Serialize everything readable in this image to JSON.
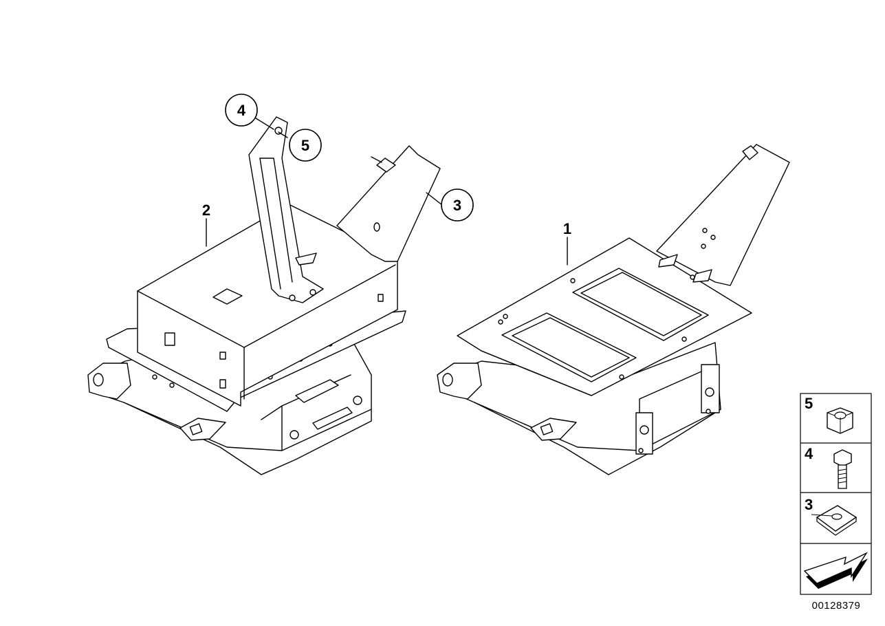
{
  "callouts": {
    "part_1": "1",
    "part_2": "2",
    "part_3": "3",
    "part_4": "4",
    "part_5": "5"
  },
  "legend": {
    "items": [
      {
        "number": "5",
        "icon": "hex-nut-icon"
      },
      {
        "number": "4",
        "icon": "hex-bolt-icon"
      },
      {
        "number": "3",
        "icon": "clip-nut-icon"
      }
    ],
    "arrow_icon": "direction-arrow-icon"
  },
  "document_id": "00128379"
}
